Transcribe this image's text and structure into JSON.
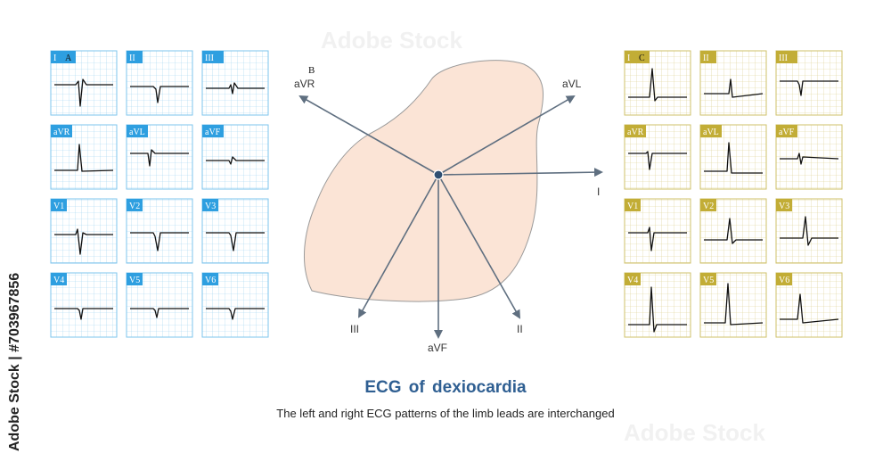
{
  "title": "ECG of  dexiocardia",
  "subtitle": "The left and right ECG patterns of the limb leads are interchanged",
  "side_text": "Adobe Stock | #703967856",
  "watermark": "Adobe Stock",
  "colors": {
    "left_grid": "#7ec4ec",
    "left_label_bg": "#2e9fe0",
    "right_grid": "#cfc06a",
    "right_label_bg": "#c2ad36",
    "heart_fill": "#fbe4d6",
    "axis": "#5f6f80",
    "title": "#2f5f92"
  },
  "panel_a_label": "A",
  "panel_b_label": "B",
  "panel_c_label": "C",
  "left_leads": [
    "I",
    "II",
    "III",
    "aVR",
    "aVL",
    "aVF",
    "V1",
    "V2",
    "V3",
    "V4",
    "V5",
    "V6"
  ],
  "right_leads": [
    "I",
    "II",
    "III",
    "aVR",
    "aVL",
    "aVF",
    "V1",
    "V2",
    "V3",
    "V4",
    "V5",
    "V6"
  ],
  "axes": {
    "aVR": "aVR",
    "aVL": "aVL",
    "I": "I",
    "II": "II",
    "III": "III",
    "aVF": "aVF"
  }
}
